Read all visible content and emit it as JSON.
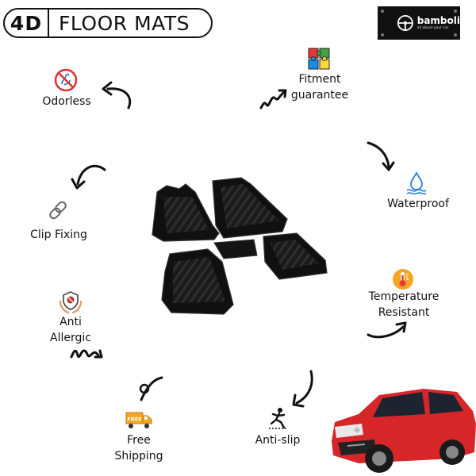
{
  "header": {
    "badge": "4D",
    "title": "FLOOR MATS"
  },
  "brand": {
    "name": "bamboli",
    "tagline": "all about your car"
  },
  "features": {
    "odorless": "Odorless",
    "fitment_line1": "Fitment",
    "fitment_line2": "guarantee",
    "waterproof": "Waterproof",
    "clip_fixing": "Clip Fixing",
    "temperature_line1": "Temperature",
    "temperature_line2": "Resistant",
    "anti_line1": "Anti",
    "anti_line2": "Allergic",
    "free_line1": "Free",
    "free_line2": "Shipping",
    "anti_slip": "Anti-slip",
    "truck_badge": "FREE"
  },
  "colors": {
    "ink": "#111111",
    "car_red": "#d7262a",
    "mat": "#151515",
    "accent_blue": "#2d7fd6"
  }
}
